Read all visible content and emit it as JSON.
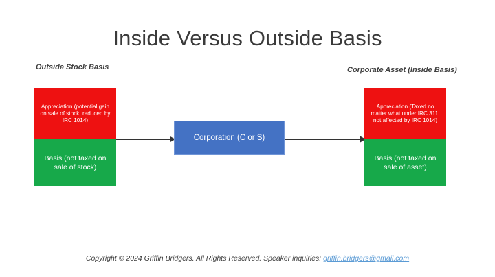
{
  "slide": {
    "title": "Inside Versus Outside Basis",
    "background_color": "#ffffff"
  },
  "captions": {
    "left": "Outside Stock Basis",
    "right": "Corporate Asset (Inside Basis)"
  },
  "left_stack": {
    "appreciation": {
      "label": "Appreciation (potential gain on sale of stock, reduced by IRC 1014)",
      "color": "#ee1111"
    },
    "basis": {
      "label": "Basis (not taxed on sale of stock)",
      "color": "#17a94a"
    }
  },
  "right_stack": {
    "appreciation": {
      "label": "Appreciation (Taxed no matter what under IRC 311; not affected by IRC 1014)",
      "color": "#ee1111"
    },
    "basis": {
      "label": "Basis (not taxed on sale of asset)",
      "color": "#17a94a"
    }
  },
  "center": {
    "corporation": {
      "label": "Corporation (C or S)",
      "fill_color": "#4472c4",
      "border_color": "#6f94d6"
    }
  },
  "connectors": [
    {
      "name": "left-to-corporation-arrow",
      "direction": "right",
      "color": "#333333"
    },
    {
      "name": "corporation-to-right-arrow",
      "direction": "right",
      "color": "#333333"
    }
  ],
  "footer": {
    "text": "Copyright © 2024 Griffin Bridgers.  All Rights Reserved.  Speaker inquiries: ",
    "email": "griffin.bridgers@gmail.com",
    "email_color": "#5b9bd5"
  }
}
